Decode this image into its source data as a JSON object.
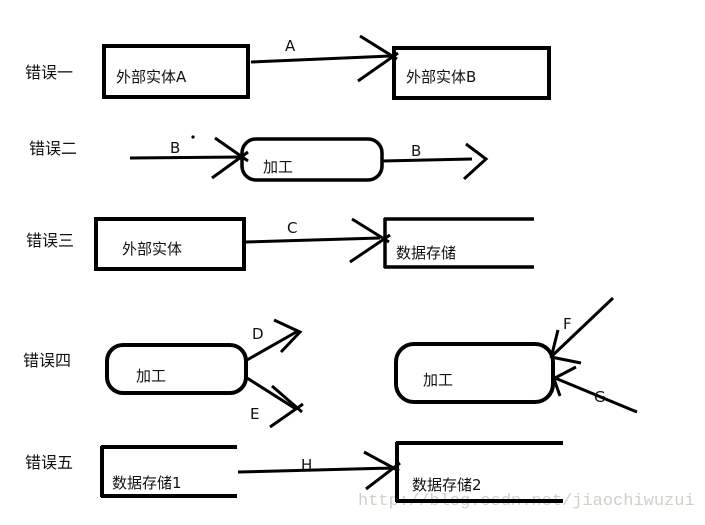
{
  "watermark": "http://blog.csdn.net/jiaochiwuzui",
  "colors": {
    "stroke": "#000000",
    "watermark_text": "#d2cfc9",
    "background": "#ffffff"
  },
  "rows": [
    {
      "label": "错误一",
      "source": "外部实体A",
      "flow": "A",
      "target": "外部实体B"
    },
    {
      "label": "错误二",
      "flow_in": "B",
      "process": "加工",
      "flow_out": "B"
    },
    {
      "label": "错误三",
      "source": "外部实体",
      "flow": "C",
      "target": "数据存储"
    },
    {
      "label": "错误四",
      "process_left": "加工",
      "flow_d": "D",
      "flow_e": "E",
      "process_right": "加工",
      "flow_f": "F",
      "flow_g": "G"
    },
    {
      "label": "错误五",
      "source": "数据存储1",
      "flow": "H",
      "target": "数据存储2"
    }
  ]
}
